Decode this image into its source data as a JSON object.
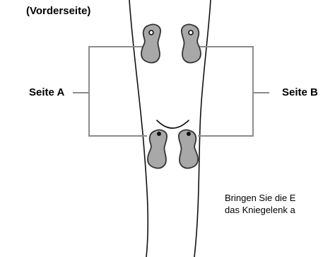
{
  "heading": "(Vorderseite)",
  "side_a": "Seite A",
  "side_b": "Seite B",
  "instruction": {
    "line1": "Bringen Sie die E",
    "line2": "das Kniegelenk a"
  },
  "colors": {
    "pad_fill": "#a8a8a8",
    "pad_stroke": "#333333",
    "bracket": "#8c8c8c",
    "outline": "#111111"
  },
  "icons": {
    "upper_pad_marker": "hollow-ring",
    "lower_pad_marker": "filled-dot"
  }
}
